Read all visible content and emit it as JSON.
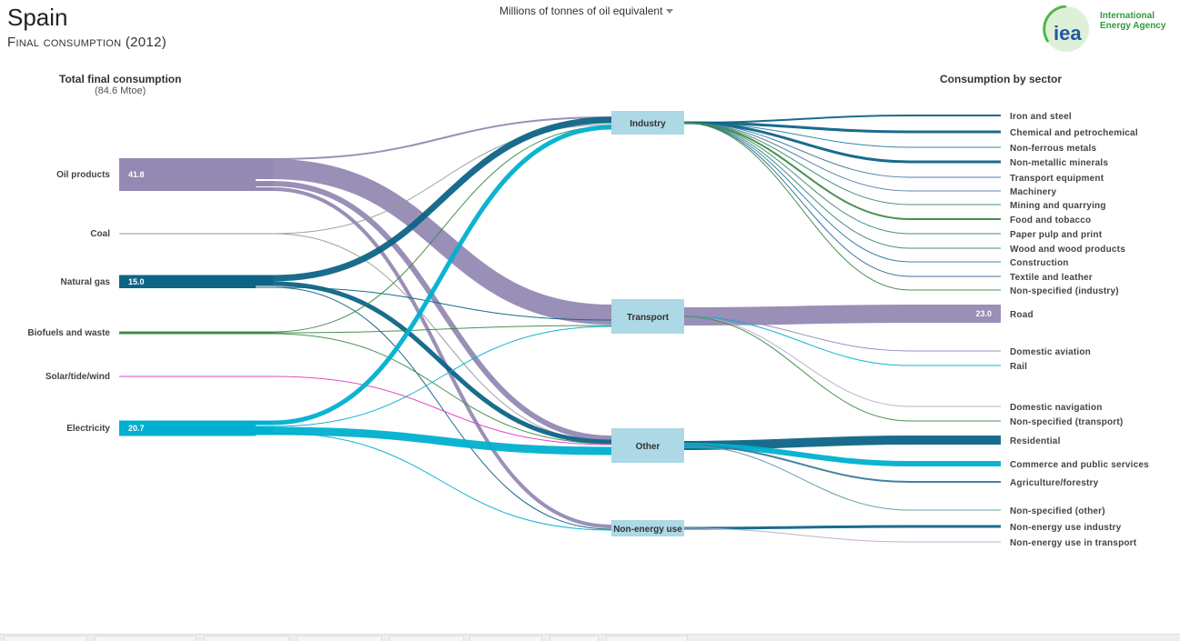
{
  "header": {
    "country": "Spain",
    "subtitle": "Final consumption (2012)",
    "unit_selector": "Millions of tonnes of oil equivalent"
  },
  "logo": {
    "mark": "iea",
    "text_line1": "International",
    "text_line2": "Energy Agency",
    "color": "#2e9c3a"
  },
  "left_column": {
    "title": "Total final consumption",
    "subtitle": "(84.6 Mtoe)"
  },
  "right_column": {
    "title": "Consumption by sector"
  },
  "sources": [
    {
      "name": "Oil products",
      "value": "41.8",
      "color": "#9489b3"
    },
    {
      "name": "Coal",
      "value": "",
      "color": "#9a9a9a"
    },
    {
      "name": "Natural gas",
      "value": "15.0",
      "color": "#0d6486"
    },
    {
      "name": "Biofuels and waste",
      "value": "",
      "color": "#3e8a48"
    },
    {
      "name": "Solar/tide/wind",
      "value": "",
      "color": "#e040c8"
    },
    {
      "name": "Electricity",
      "value": "20.7",
      "color": "#00b0d0"
    }
  ],
  "sectors": [
    {
      "name": "Industry"
    },
    {
      "name": "Transport"
    },
    {
      "name": "Other"
    },
    {
      "name": "Non-energy use"
    }
  ],
  "subsectors": [
    {
      "name": "Iron and steel",
      "sector": "Industry"
    },
    {
      "name": "Chemical and petrochemical",
      "sector": "Industry"
    },
    {
      "name": "Non-ferrous metals",
      "sector": "Industry"
    },
    {
      "name": "Non-metallic minerals",
      "sector": "Industry"
    },
    {
      "name": "Transport equipment",
      "sector": "Industry"
    },
    {
      "name": "Machinery",
      "sector": "Industry"
    },
    {
      "name": "Mining and quarrying",
      "sector": "Industry"
    },
    {
      "name": "Food and tobacco",
      "sector": "Industry"
    },
    {
      "name": "Paper pulp and print",
      "sector": "Industry"
    },
    {
      "name": "Wood and wood products",
      "sector": "Industry"
    },
    {
      "name": "Construction",
      "sector": "Industry"
    },
    {
      "name": "Textile and leather",
      "sector": "Industry"
    },
    {
      "name": "Non-specified (industry)",
      "sector": "Industry"
    },
    {
      "name": "Road",
      "sector": "Transport",
      "value": "23.0"
    },
    {
      "name": "Domestic aviation",
      "sector": "Transport"
    },
    {
      "name": "Rail",
      "sector": "Transport"
    },
    {
      "name": "Domestic navigation",
      "sector": "Transport"
    },
    {
      "name": "Non-specified (transport)",
      "sector": "Transport"
    },
    {
      "name": "Residential",
      "sector": "Other"
    },
    {
      "name": "Commerce and public services",
      "sector": "Other"
    },
    {
      "name": "Agriculture/forestry",
      "sector": "Other"
    },
    {
      "name": "Non-specified (other)",
      "sector": "Other"
    },
    {
      "name": "Non-energy use industry",
      "sector": "Non-energy use"
    },
    {
      "name": "Non-energy use in transport",
      "sector": "Non-energy use"
    }
  ]
}
